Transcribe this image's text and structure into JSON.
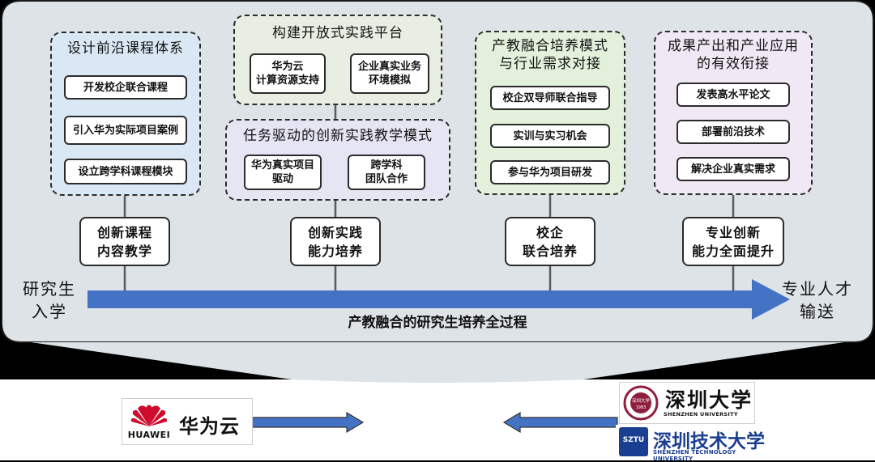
{
  "colors": {
    "arrow_blue": "#4472C4",
    "panel_blue": "#DAE8F5",
    "panel_green_gray": "#E9EEE3",
    "panel_lavender": "#E6E5F4",
    "panel_green": "#E3F1DC",
    "panel_pink": "#F1E8F5",
    "card_bg": "#DDE3E6"
  },
  "panels": {
    "curriculum": {
      "title": "设计前沿课程体系",
      "items": [
        "开发校企联合课程",
        "引入华为实际项目案例",
        "设立跨学科课程模块"
      ]
    },
    "platform": {
      "title": "构建开放式实践平台",
      "items": [
        "华为云\n计算资源支持",
        "企业真实业务\n环境模拟"
      ]
    },
    "teaching": {
      "title": "任务驱动的创新实践教学模式",
      "items": [
        "华为真实项目\n驱动",
        "跨学科\n团队合作"
      ]
    },
    "industry": {
      "title": "产教融合培养模式\n与行业需求对接",
      "items": [
        "校企双导师联合指导",
        "实训与实习机会",
        "参与华为项目研发"
      ]
    },
    "output": {
      "title": "成果产出和产业应用\n的有效衔接",
      "items": [
        "发表高水平论文",
        "部署前沿技术",
        "解决企业真实需求"
      ]
    }
  },
  "stages": [
    "创新课程\n内容教学",
    "创新实践\n能力培养",
    "校企\n联合培养",
    "专业创新\n能力全面提升"
  ],
  "timeline": {
    "start": "研究生\n入学",
    "end": "专业人才\n输送",
    "caption": "产教融合的研究生培养全过程"
  },
  "partners": {
    "huawei_brand": "HUAWEI",
    "huawei_cloud": "华为云",
    "szu_name": "深圳大学",
    "szu_english": "SHENZHEN UNIVERSITY",
    "szu_seal_text": "深圳大学",
    "szu_seal_year": "1983",
    "sztu_badge": "SZTU",
    "sztu_name": "深圳技术大学",
    "sztu_english": "SHENZHEN TECHNOLOGY UNIVERSITY"
  }
}
